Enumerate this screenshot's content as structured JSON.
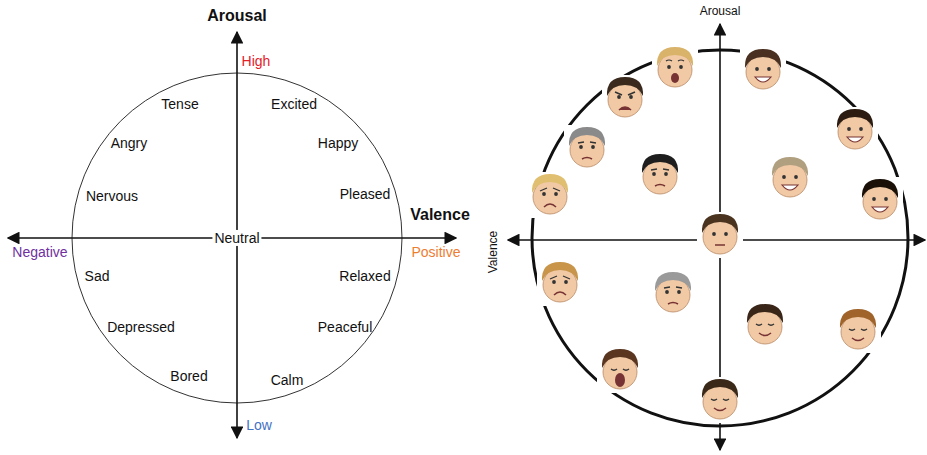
{
  "diagram": {
    "labels": [
      "Arousal",
      "High",
      "Tense",
      "Excited",
      "Angry",
      "Happy",
      "Nervous",
      "Pleased",
      "Valence",
      "Negative",
      "Neutral",
      "Positive",
      "Sad",
      "Relaxed",
      "Depressed",
      "Peaceful",
      "Bored",
      "Calm",
      "Low",
      "Arousal",
      "Valence"
    ]
  }
}
